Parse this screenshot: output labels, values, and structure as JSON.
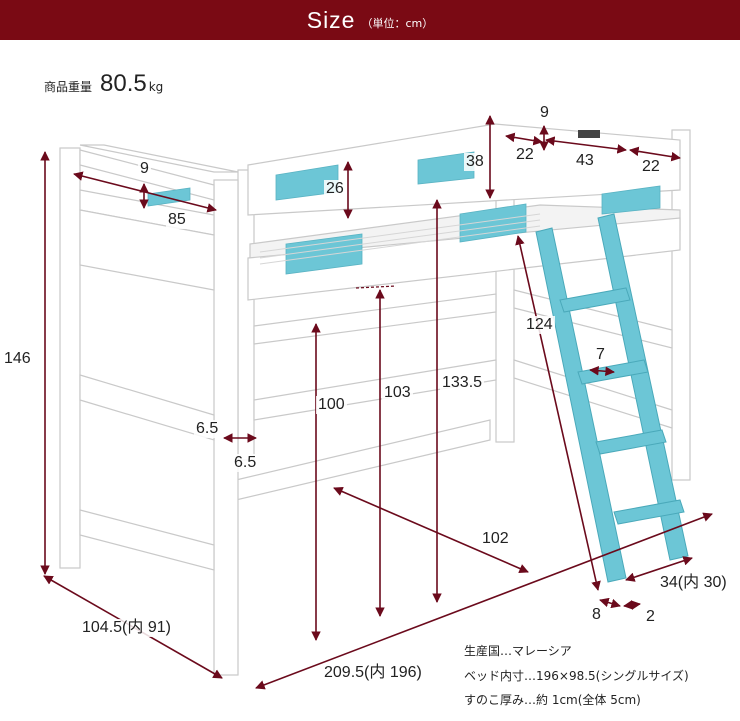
{
  "header": {
    "title": "Size",
    "unit": "（単位：cm）"
  },
  "weight": {
    "label": "商品重量",
    "value": "80.5",
    "unit": "kg"
  },
  "dimensions": {
    "guard_height_left": "9",
    "guard_width_left": "85",
    "total_height": "146",
    "guard_gap": "26",
    "guard_height_right": "38",
    "head_shelf_height": "9",
    "head_left": "22",
    "head_center": "43",
    "head_right": "22",
    "ladder_length": "124",
    "floor_to_frame": "100",
    "floor_to_slats": "103",
    "floor_to_top": "133.5",
    "post_w": "6.5",
    "post_d": "6.5",
    "rung_gap": "7",
    "interior_width": "102",
    "total_depth": "104.5(内 91)",
    "total_length": "209.5(内 196)",
    "ladder_width": "34(内 30)",
    "ladder_rail_w": "8",
    "ladder_rail_d": "2"
  },
  "specs": {
    "origin": "生産国…マレーシア",
    "inner": "ベッド内寸…196×98.5(シングルサイズ)",
    "slats": "すのこ厚み…約 1cm(全体 5cm)"
  },
  "colors": {
    "banner": "#7a0a14",
    "arrow": "#6b0a1c",
    "accent": "#6cc6d6",
    "frame": "#ffffff"
  }
}
